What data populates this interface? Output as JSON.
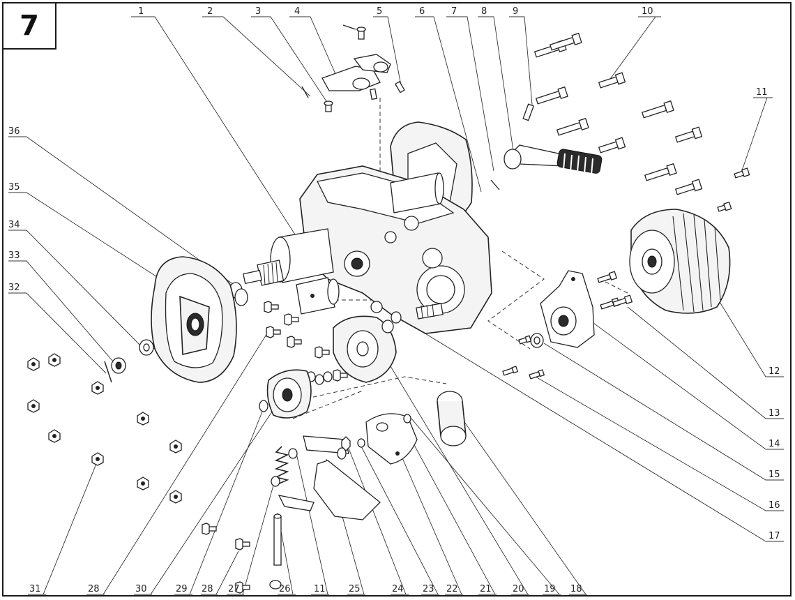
{
  "figure_number": "7",
  "callouts": {
    "top": [
      "1",
      "2",
      "3",
      "4",
      "5",
      "6",
      "7",
      "8",
      "9",
      "10",
      "11"
    ],
    "left": [
      "36",
      "35",
      "34",
      "33",
      "32"
    ],
    "right": [
      "12",
      "13",
      "14",
      "15",
      "16",
      "17"
    ],
    "bottom": [
      "31",
      "28",
      "30",
      "29",
      "28",
      "27",
      "26",
      "11",
      "25",
      "24",
      "23",
      "22",
      "21",
      "20",
      "19",
      "18"
    ]
  }
}
